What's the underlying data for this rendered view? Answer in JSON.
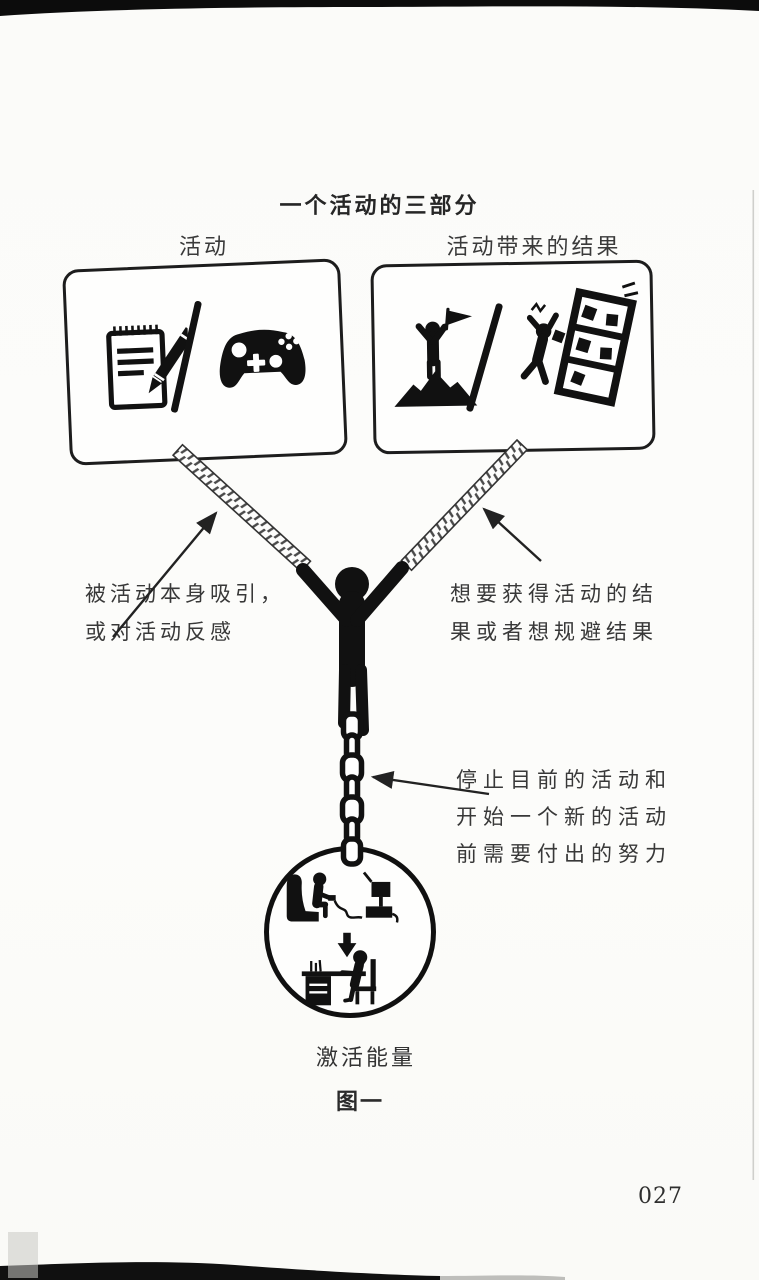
{
  "page": {
    "title": "一个活动的三部分",
    "figure_caption": "图一",
    "page_number": "027"
  },
  "diagram": {
    "left_box": {
      "label": "活动",
      "icons": [
        "notepad-pencil-icon",
        "slash-divider",
        "gamepad-icon"
      ]
    },
    "right_box": {
      "label": "活动带来的结果",
      "icons": [
        "summit-flag-icon",
        "slash-divider",
        "falling-shelf-icon"
      ]
    },
    "left_note": {
      "line1": "被活动本身吸引，",
      "line2": "或对活动反感"
    },
    "right_note": {
      "line1": "想要获得活动的结",
      "line2": "果或者想规避结果"
    },
    "effort_note": {
      "line1": "停止目前的活动和",
      "line2": "开始一个新的活动",
      "line3": "前需要付出的努力"
    },
    "energy_label": "激活能量",
    "center_icons": [
      "couch-gaming-icon",
      "down-arrow-icon",
      "desk-study-icon"
    ],
    "connector_icons": [
      "rope",
      "rope",
      "chain"
    ]
  },
  "colors": {
    "ink": "#111111",
    "text": "#383838",
    "paper": "#fbfbf9"
  }
}
